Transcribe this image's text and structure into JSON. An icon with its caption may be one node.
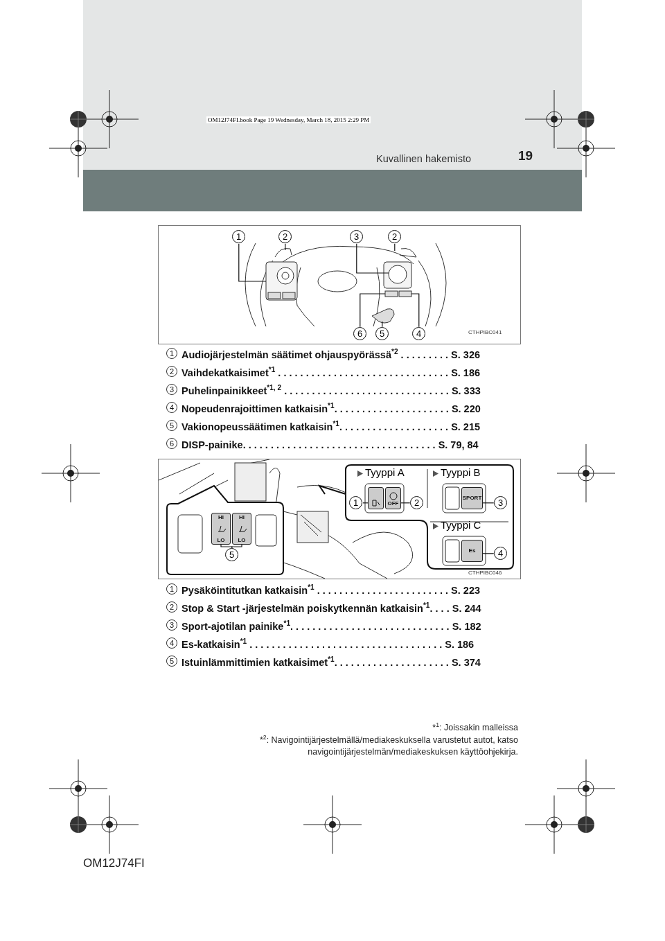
{
  "diagram": {
    "nodes": [
      {
        "text": [
          "1"
        ]
      },
      {
        "text": [
          "2"
        ]
      },
      {
        "text": [
          "3"
        ]
      },
      {
        "text": [
          "2"
        ]
      },
      {
        "text": [
          "6"
        ]
      },
      {
        "text": [
          "5"
        ]
      },
      {
        "text": [
          "4"
        ]
      },
      {
        "text": [
          "1"
        ]
      },
      {
        "text": [
          "2"
        ]
      },
      {
        "text": [
          "3"
        ]
      },
      {
        "text": [
          "4"
        ]
      },
      {
        "text": [
          "5"
        ]
      },
      {
        "text": [],
        "shape": "box"
      },
      {
        "text": [
          "OFF"
        ]
      },
      {
        "text": [
          "SPORT"
        ]
      },
      {
        "text": [
          "Es"
        ]
      },
      {
        "text": [
          "HI",
          "LO"
        ]
      },
      {
        "text": [
          "HI",
          "LO"
        ]
      }
    ],
    "edges": [
      {
        "from": 0,
        "to": null,
        "arrow": "none"
      },
      {
        "from": 1,
        "to": null,
        "arrow": "none"
      },
      {
        "from": 2,
        "to": null,
        "arrow": "none"
      },
      {
        "from": 3,
        "to": null,
        "arrow": "none"
      },
      {
        "from": 4,
        "to": null,
        "arrow": "none"
      },
      {
        "from": 5,
        "to": null,
        "arrow": "none"
      },
      {
        "from": 6,
        "to": null,
        "arrow": "none"
      },
      {
        "from": 7,
        "to": 12,
        "arrow": "none"
      },
      {
        "from": 8,
        "to": 13,
        "arrow": "none"
      },
      {
        "from": 9,
        "to": 14,
        "arrow": "none"
      },
      {
        "from": 10,
        "to": 15,
        "arrow": "none"
      },
      {
        "from": 11,
        "to": 16,
        "arrow": "none"
      },
      {
        "from": 11,
        "to": 17,
        "arrow": "none"
      }
    ],
    "labels": [
      "OM12J74FI.book  Page 19  Wednesday, March 18, 2015  2:29 PM",
      "Kuvallinen hakemisto",
      "19",
      "CTHPIBC041",
      "1",
      "Audiojärjestelmän säätimet ohjauspyörässä$^{*2}$ . . . . . . . . . S. 326",
      "2",
      "Vaihdekatkaisimet$^{*1}$ . . . . . . . . . . . . . . . . . . . . . . . . . . . . . . . S. 186",
      "3",
      "Puhelinpainikkeet$^{*1, 2}$ . . . . . . . . . . . . . . . . . . . . . . . . . . . . . . S. 333",
      "4",
      "Nopeudenrajoittimen katkaisin$^{*1}$. . . . . . . . . . . . . . . . . . . . . S. 220",
      "5",
      "Vakionopeussäätimen katkaisin$^{*1}$. . . . . . . . . . . . . . . . . . . . S. 215",
      "6",
      "DISP-painike. . . . . . . . . . . . . . . . . . . . . . . . . . . . . . . . . . . S. 79, 84",
      "Tyyppi A",
      "Tyyppi B",
      "Tyyppi C",
      "CTHPIBC046",
      "1",
      "Pysäköintitutkan katkaisin$^{*1}$ . . . . . . . . . . . . . . . . . . . . . . . . S. 223",
      "2",
      "Stop & Start -järjestelmän poiskytkennän katkaisin$^{*1}$. . . . S. 244",
      "3",
      "Sport-ajotilan painike$^{*1}$. . . . . . . . . . . . . . . . . . . . . . . . . . . . . S. 182",
      "4",
      "Es-katkaisin$^{*1}$ . . . . . . . . . . . . . . . . . . . . . . . . . . . . . . . . . . . S. 186",
      "5",
      "Istuinlämmittimien katkaisimet$^{*1}$. . . . . . . . . . . . . . . . . . . . . S. 374",
      "*$^{1}$: Joissakin malleissa",
      "*$^{2}$: Navigointijärjestelmällä/mediakeskuksella varustetut autot, katso navigointijärjestelmän/mediakeskuksen käyttöohjekirja.",
      "OM12J74FI"
    ]
  }
}
